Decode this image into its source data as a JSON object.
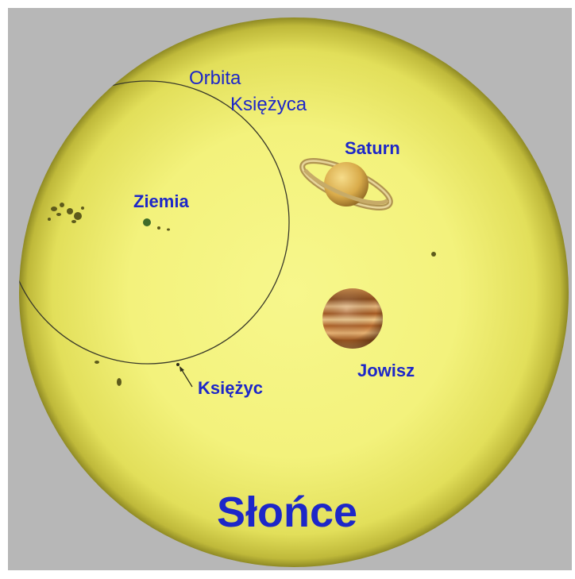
{
  "labels": {
    "orbit_line1": "Orbita",
    "orbit_line2": "Księżyca",
    "saturn": "Saturn",
    "earth": "Ziemia",
    "jupiter": "Jowisz",
    "moon": "Księżyc",
    "sun": "Słońce"
  },
  "colors": {
    "background": "#b7b7b7",
    "sun": "#f2f27a",
    "label": "#1d27c8",
    "orbit": "#3a3a2a"
  }
}
